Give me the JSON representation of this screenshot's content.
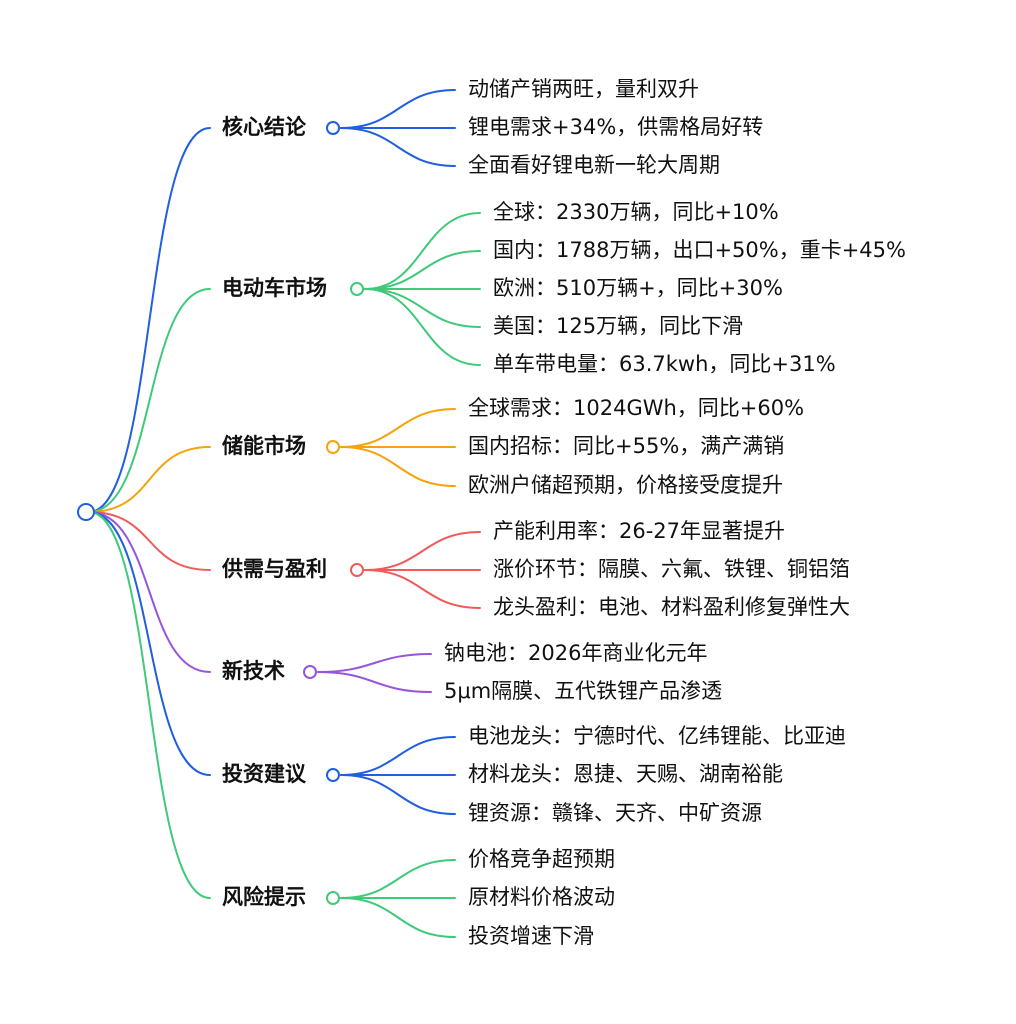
{
  "root": {
    "label": ""
  },
  "branches": [
    {
      "label": "核心结论",
      "color": "#1f5fe0",
      "children": [
        "动储产销两旺，量利双升",
        "锂电需求+34%，供需格局好转",
        "全面看好锂电新一轮大周期"
      ]
    },
    {
      "label": "电动车市场",
      "color": "#3fca7a",
      "children": [
        "全球：2330万辆，同比+10%",
        "国内：1788万辆，出口+50%，重卡+45%",
        "欧洲：510万辆+，同比+30%",
        "美国：125万辆，同比下滑",
        "单车带电量：63.7kwh，同比+31%"
      ]
    },
    {
      "label": "储能市场",
      "color": "#f5a30c",
      "children": [
        "全球需求：1024GWh，同比+60%",
        "国内招标：同比+55%，满产满销",
        "欧洲户储超预期，价格接受度提升"
      ]
    },
    {
      "label": "供需与盈利",
      "color": "#ee5b59",
      "children": [
        "产能利用率：26-27年显著提升",
        "涨价环节：隔膜、六氟、铁锂、铜铝箔",
        "龙头盈利：电池、材料盈利修复弹性大"
      ]
    },
    {
      "label": "新技术",
      "color": "#9855dc",
      "children": [
        "钠电池：2026年商业化元年",
        "5μm隔膜、五代铁锂产品渗透"
      ]
    },
    {
      "label": "投资建议",
      "color": "#1f5fe0",
      "children": [
        "电池龙头：宁德时代、亿纬锂能、比亚迪",
        "材料龙头：恩捷、天赐、湖南裕能",
        "锂资源：赣锋、天齐、中矿资源"
      ]
    },
    {
      "label": "风险提示",
      "color": "#3fca7a",
      "children": [
        "价格竞争超预期",
        "原材料价格波动",
        "投资增速下滑"
      ]
    }
  ]
}
